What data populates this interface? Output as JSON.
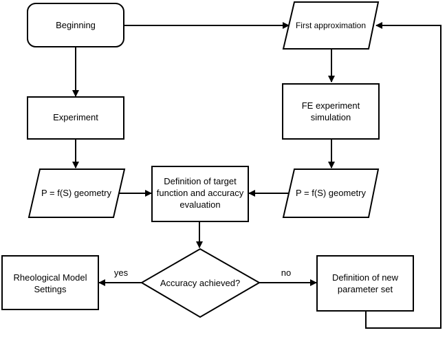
{
  "nodes": {
    "beginning": "Beginning",
    "first_approximation": "First approximation",
    "experiment": "Experiment",
    "fe_simulation": [
      "FE experiment",
      "simulation"
    ],
    "pfs_left": "P = f(S) geometry",
    "target_function": [
      "Definition of target",
      "function and accuracy",
      "evaluation"
    ],
    "pfs_right": "P = f(S) geometry",
    "rheological": [
      "Rheological Model",
      "Settings"
    ],
    "accuracy": "Accuracy achieved?",
    "new_parameter": [
      "Definition of new",
      "parameter set"
    ]
  },
  "edges": {
    "yes": "yes",
    "no": "no"
  },
  "colors": {
    "stroke": "#000000",
    "fill": "#ffffff",
    "text": "#000000"
  }
}
